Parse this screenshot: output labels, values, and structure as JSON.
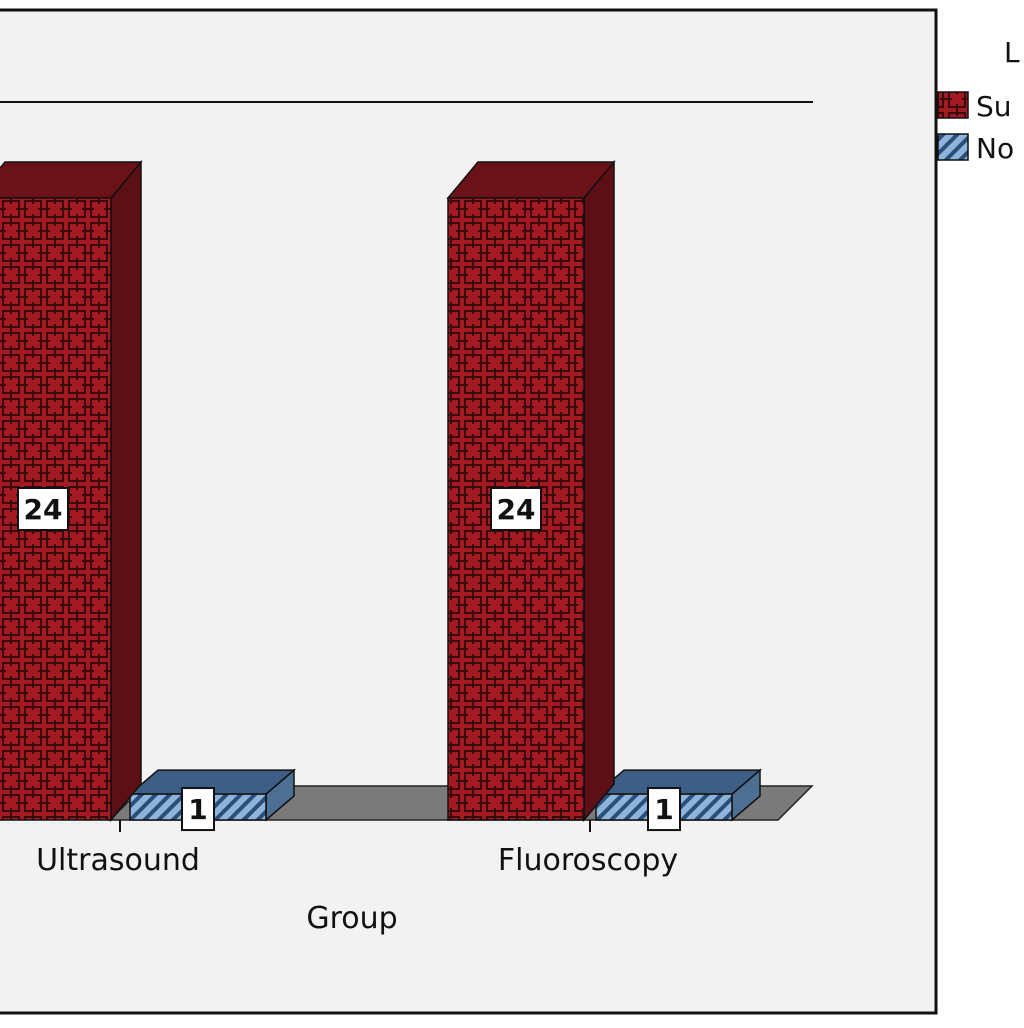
{
  "chart_data": {
    "type": "bar",
    "style": "3d-clustered",
    "categories": [
      "Ultrasound",
      "Fluoroscopy"
    ],
    "series": [
      {
        "name": "Su",
        "values": [
          24,
          24
        ],
        "color": "#a31a23",
        "pattern": "crosshatch-plus"
      },
      {
        "name": "No",
        "values": [
          1,
          1
        ],
        "color": "#8fb4dc",
        "pattern": "diagonal-stripes"
      }
    ],
    "data_labels": [
      "24",
      "24",
      "1",
      "1"
    ],
    "xlabel": "Group",
    "ylabel": "",
    "legend_title": "L",
    "legend_position": "top-right",
    "grid": false,
    "colors": {
      "plot_background": "#f2f2f2",
      "floor": "#7a7a7a",
      "bar_dark": "#5c0f14",
      "bar2_top": "#3e5f85"
    }
  }
}
